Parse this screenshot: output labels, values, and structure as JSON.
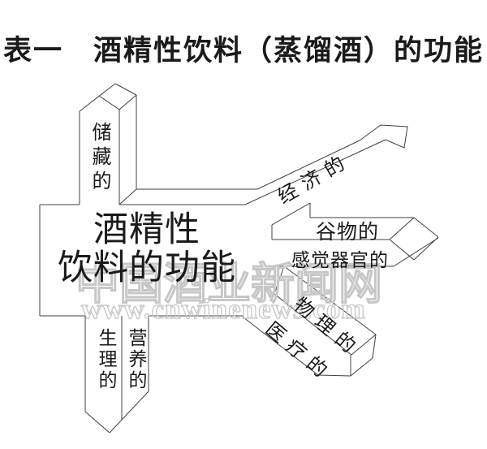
{
  "title": "表一　酒精性饮料（蒸馏酒）的功能",
  "diagram": {
    "center": {
      "line1": "酒精性",
      "line2": "饮料的功能"
    },
    "branches": {
      "storage": "储藏的",
      "economic": "经济的",
      "grain": "谷物的",
      "sensory": "感觉器官的",
      "physical": "物理的",
      "medical": "医疗的",
      "physiological": "生理的",
      "nutritional": "营养的"
    }
  },
  "watermark": {
    "site_name": "中国酒业新闻网",
    "site_url": "www.cnwinenews.com",
    "color": "#c7c7c7"
  },
  "colors": {
    "line": "#404040",
    "text": "#1a1a1a",
    "background": "#ffffff"
  }
}
